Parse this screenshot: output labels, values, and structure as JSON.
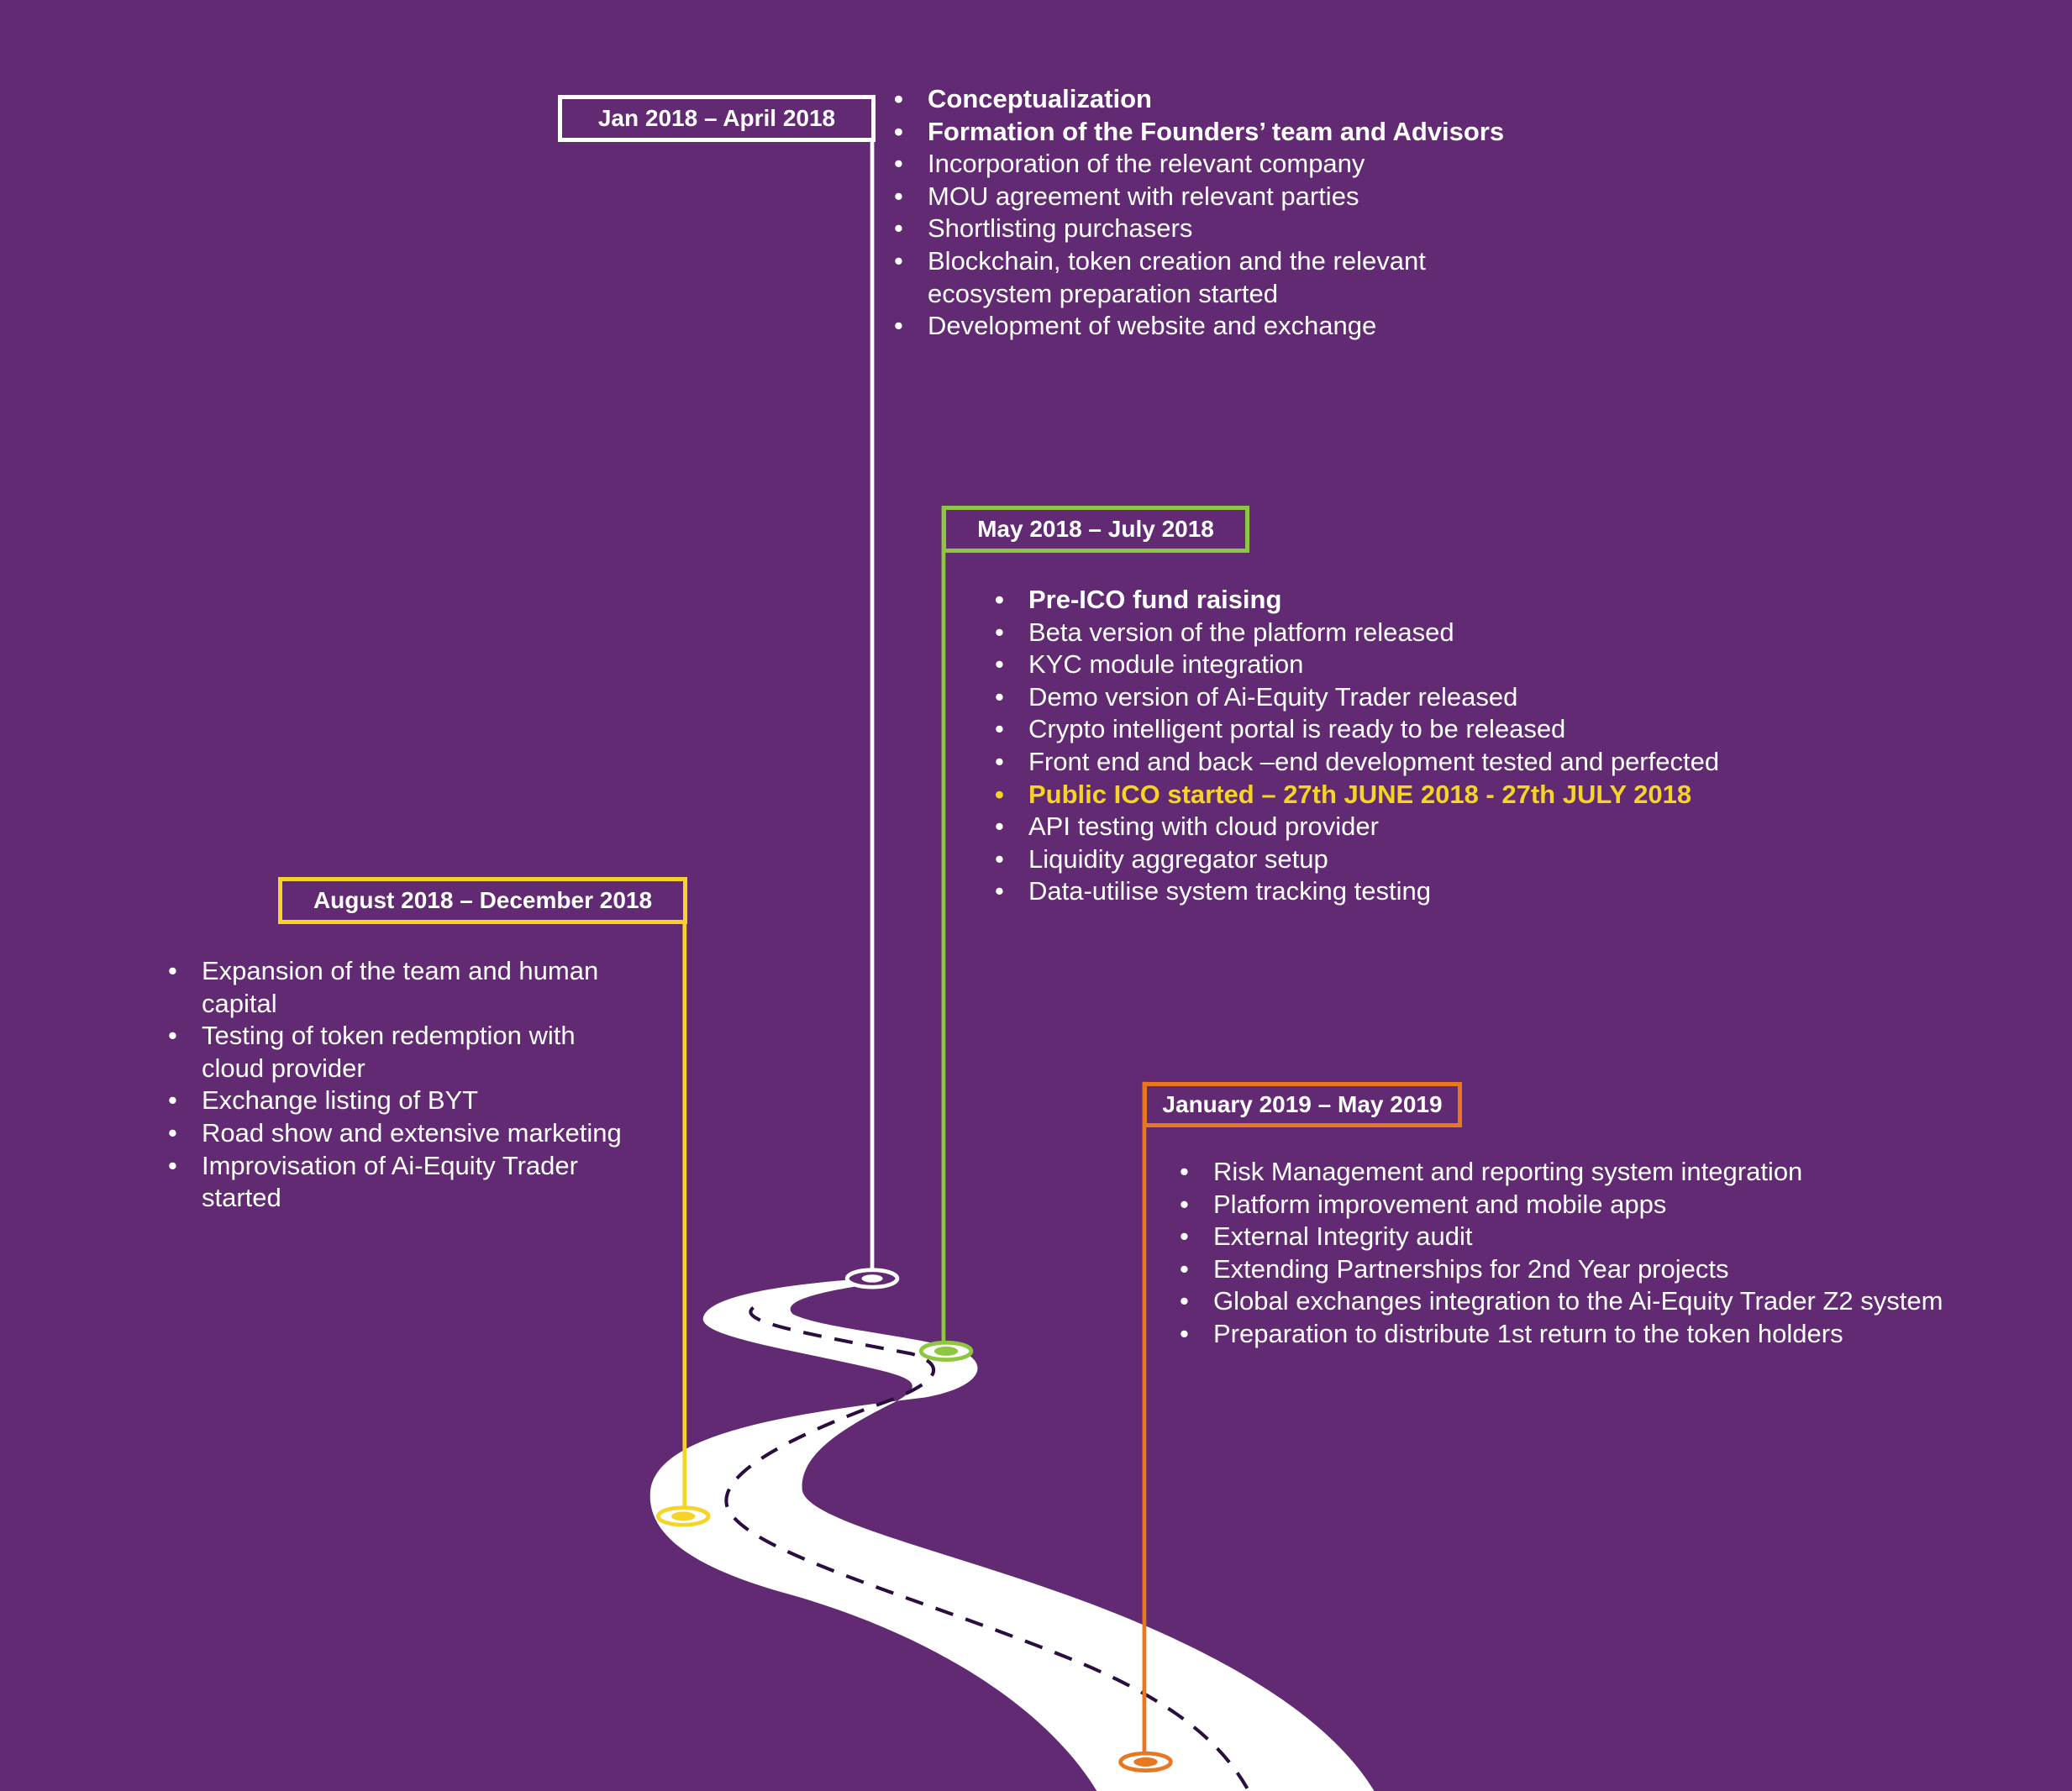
{
  "colors": {
    "background": "#612a73",
    "phase1": "#ffffff",
    "phase2": "#8dc63f",
    "phase3": "#f5d327",
    "phase4": "#e87722",
    "road": "#ffffff",
    "road_dash": "#2a0e3f"
  },
  "phases": [
    {
      "label": "Jan 2018 – April 2018",
      "items": [
        {
          "text": "Conceptualization",
          "style": "bold"
        },
        {
          "text": "Formation of the Founders’ team and Advisors",
          "style": "bold"
        },
        {
          "text": "Incorporation of the relevant company",
          "style": "normal"
        },
        {
          "text": "MOU agreement with relevant parties",
          "style": "normal"
        },
        {
          "text": "Shortlisting purchasers",
          "style": "normal"
        },
        {
          "text": "Blockchain, token creation and the relevant\necosystem preparation started",
          "style": "normal"
        },
        {
          "text": "Development of website and exchange",
          "style": "normal"
        }
      ]
    },
    {
      "label": "May 2018 – July 2018",
      "items": [
        {
          "text": "Pre-ICO fund raising",
          "style": "bold"
        },
        {
          "text": "Beta version of the platform released",
          "style": "normal"
        },
        {
          "text": "KYC module integration",
          "style": "normal"
        },
        {
          "text": "Demo version of Ai-Equity Trader released",
          "style": "normal"
        },
        {
          "text": "Crypto intelligent portal is ready to be released",
          "style": "normal"
        },
        {
          "text": "Front end and back –end development tested and perfected",
          "style": "normal"
        },
        {
          "text": "Public ICO started – 27th JUNE 2018 - 27th JULY 2018",
          "style": "highlight"
        },
        {
          "text": "API testing with cloud provider",
          "style": "normal"
        },
        {
          "text": "Liquidity aggregator setup",
          "style": "normal"
        },
        {
          "text": "Data-utilise system tracking testing",
          "style": "normal"
        }
      ]
    },
    {
      "label": "August 2018 – December 2018",
      "items": [
        {
          "text": "Expansion of the team and human\n capital",
          "style": "normal"
        },
        {
          "text": "Testing of token redemption with\ncloud provider",
          "style": "normal"
        },
        {
          "text": "Exchange listing of BYT",
          "style": "normal"
        },
        {
          "text": "Road show and extensive marketing",
          "style": "normal"
        },
        {
          "text": "Improvisation of Ai-Equity Trader\nstarted",
          "style": "normal"
        }
      ]
    },
    {
      "label": "January 2019 – May 2019",
      "items": [
        {
          "text": "Risk Management and reporting system integration",
          "style": "normal"
        },
        {
          "text": "Platform improvement and mobile apps",
          "style": "normal"
        },
        {
          "text": "External Integrity audit",
          "style": "normal"
        },
        {
          "text": "Extending Partnerships for 2nd Year projects",
          "style": "normal"
        },
        {
          "text": "Global exchanges integration to the Ai-Equity Trader Z2 system",
          "style": "normal"
        },
        {
          "text": "Preparation to distribute 1st return to the token holders",
          "style": "normal"
        }
      ]
    }
  ]
}
